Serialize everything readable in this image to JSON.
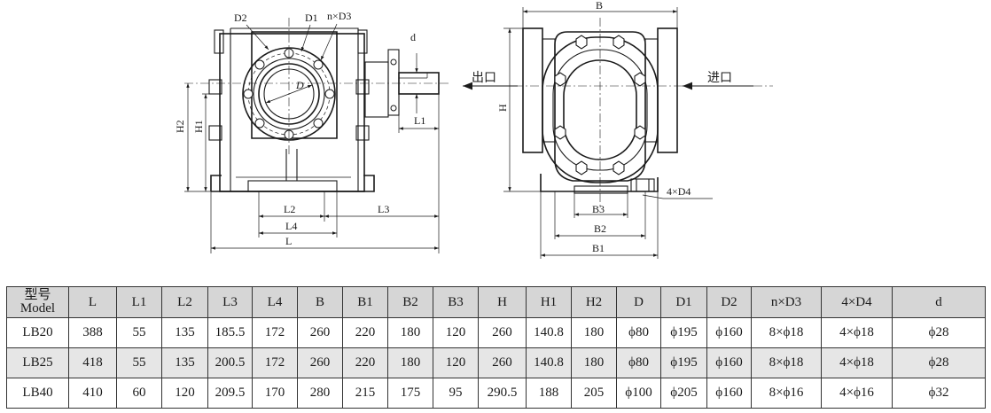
{
  "drawing": {
    "front_labels": {
      "d2": "D2",
      "d1": "D1",
      "nxd3": "n×D3",
      "d_small": "d",
      "d": "D",
      "l1": "L1",
      "h2": "H2",
      "h1": "H1",
      "l2": "L2",
      "l3": "L3",
      "l4": "L4",
      "l": "L"
    },
    "side_labels": {
      "b": "B",
      "outlet": "出口",
      "inlet": "进口",
      "h": "H",
      "b3": "B3",
      "fourxd4": "4×D4",
      "b2": "B2",
      "b1": "B1"
    }
  },
  "table": {
    "header_model_cn": "型号",
    "header_model_en": "Model",
    "columns": [
      "L",
      "L1",
      "L2",
      "L3",
      "L4",
      "B",
      "B1",
      "B2",
      "B3",
      "H",
      "H1",
      "H2",
      "D",
      "D1",
      "D2",
      "n×D3",
      "4×D4",
      "d"
    ],
    "rows": [
      {
        "model": "LB20",
        "cells": [
          "388",
          "55",
          "135",
          "185.5",
          "172",
          "260",
          "220",
          "180",
          "120",
          "260",
          "140.8",
          "180",
          "ϕ80",
          "ϕ195",
          "ϕ160",
          "8×ϕ18",
          "4×ϕ18",
          "ϕ28"
        ]
      },
      {
        "model": "LB25",
        "cells": [
          "418",
          "55",
          "135",
          "200.5",
          "172",
          "260",
          "220",
          "180",
          "120",
          "260",
          "140.8",
          "180",
          "ϕ80",
          "ϕ195",
          "ϕ160",
          "8×ϕ18",
          "4×ϕ18",
          "ϕ28"
        ]
      },
      {
        "model": "LB40",
        "cells": [
          "410",
          "60",
          "120",
          "209.5",
          "170",
          "280",
          "215",
          "175",
          "95",
          "290.5",
          "188",
          "205",
          "ϕ100",
          "ϕ205",
          "ϕ160",
          "8×ϕ16",
          "4×ϕ16",
          "ϕ32"
        ]
      }
    ]
  }
}
